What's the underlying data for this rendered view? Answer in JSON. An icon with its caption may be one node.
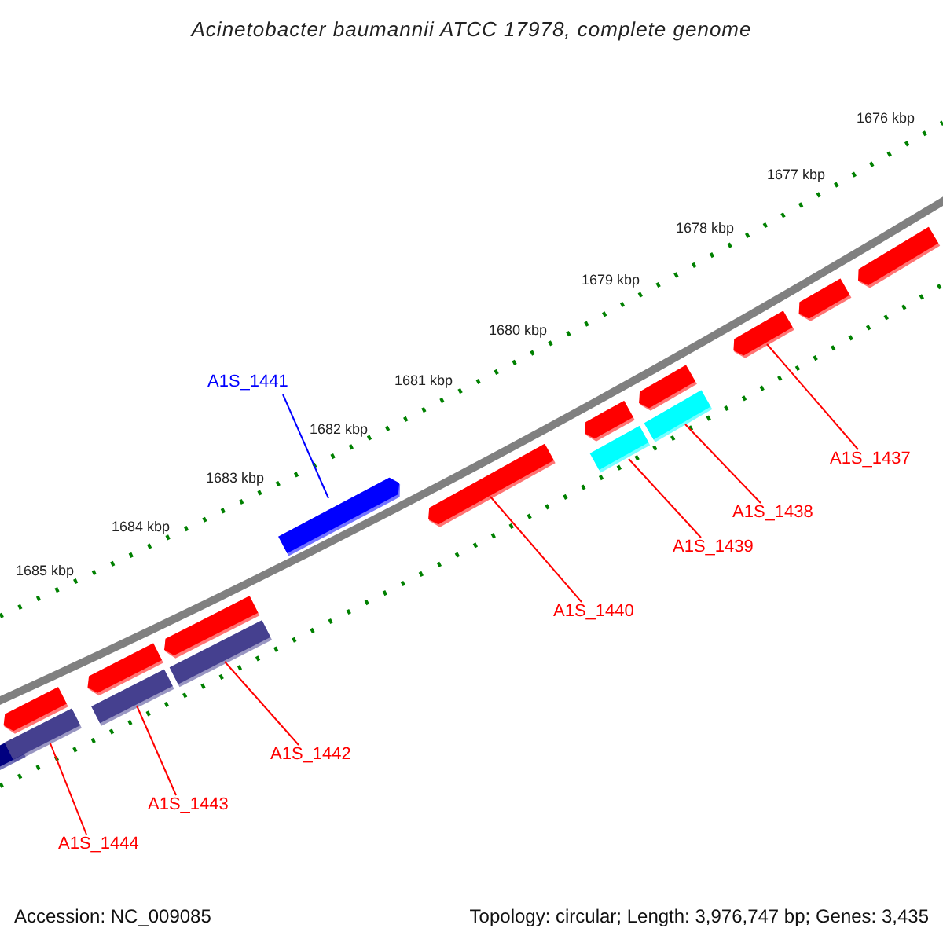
{
  "diagram": {
    "title": "Acinetobacter baumannii ATCC 17978, complete genome",
    "nodes": [
      {
        "text": [
          "A1S_1441"
        ]
      },
      {
        "text": [
          "A1S_1440"
        ]
      },
      {
        "text": [
          "A1S_1439"
        ]
      },
      {
        "text": [
          "A1S_1438"
        ]
      },
      {
        "text": [
          "A1S_1437"
        ]
      },
      {
        "text": [
          "A1S_1442"
        ]
      },
      {
        "text": [
          "A1S_1443"
        ]
      },
      {
        "text": [
          "A1S_1444"
        ]
      },
      {
        "text": [],
        "shape": "bar"
      },
      {
        "text": [],
        "shape": "bar"
      },
      {
        "text": [],
        "shape": "bar"
      },
      {
        "text": [],
        "shape": "bar"
      },
      {
        "text": [],
        "shape": "bar"
      },
      {
        "text": [],
        "shape": "bar"
      },
      {
        "text": [],
        "shape": "bar"
      },
      {
        "text": [],
        "shape": "bar"
      },
      {
        "text": [],
        "shape": "bar"
      },
      {
        "text": [],
        "shape": "bar"
      },
      {
        "text": [],
        "shape": "bar"
      },
      {
        "text": [],
        "shape": "bar"
      },
      {
        "text": [],
        "shape": "bar"
      },
      {
        "text": [],
        "shape": "bar"
      },
      {
        "text": [],
        "shape": "bar"
      },
      {
        "text": [],
        "shape": "bar"
      }
    ],
    "edges": [
      {
        "from": 0,
        "to": 15,
        "arrow": "none",
        "color": "#0000ff"
      },
      {
        "from": 1,
        "to": 16,
        "arrow": "none"
      },
      {
        "from": 2,
        "to": 18,
        "arrow": "none"
      },
      {
        "from": 3,
        "to": 20,
        "arrow": "none"
      },
      {
        "from": 4,
        "to": 21,
        "arrow": "none"
      },
      {
        "from": 5,
        "to": 14,
        "arrow": "none"
      },
      {
        "from": 6,
        "to": 12,
        "arrow": "none"
      },
      {
        "from": 7,
        "to": 10,
        "arrow": "none"
      }
    ],
    "labels": [
      "1676 kbp",
      "1677 kbp",
      "1678 kbp",
      "1679 kbp",
      "1680 kbp",
      "1681 kbp",
      "1682 kbp",
      "1683 kbp",
      "1684 kbp",
      "1685 kbp",
      "Accession: NC_009085",
      "Topology: circular; Length: 3,976,747 bp; Genes: 3,435"
    ]
  }
}
